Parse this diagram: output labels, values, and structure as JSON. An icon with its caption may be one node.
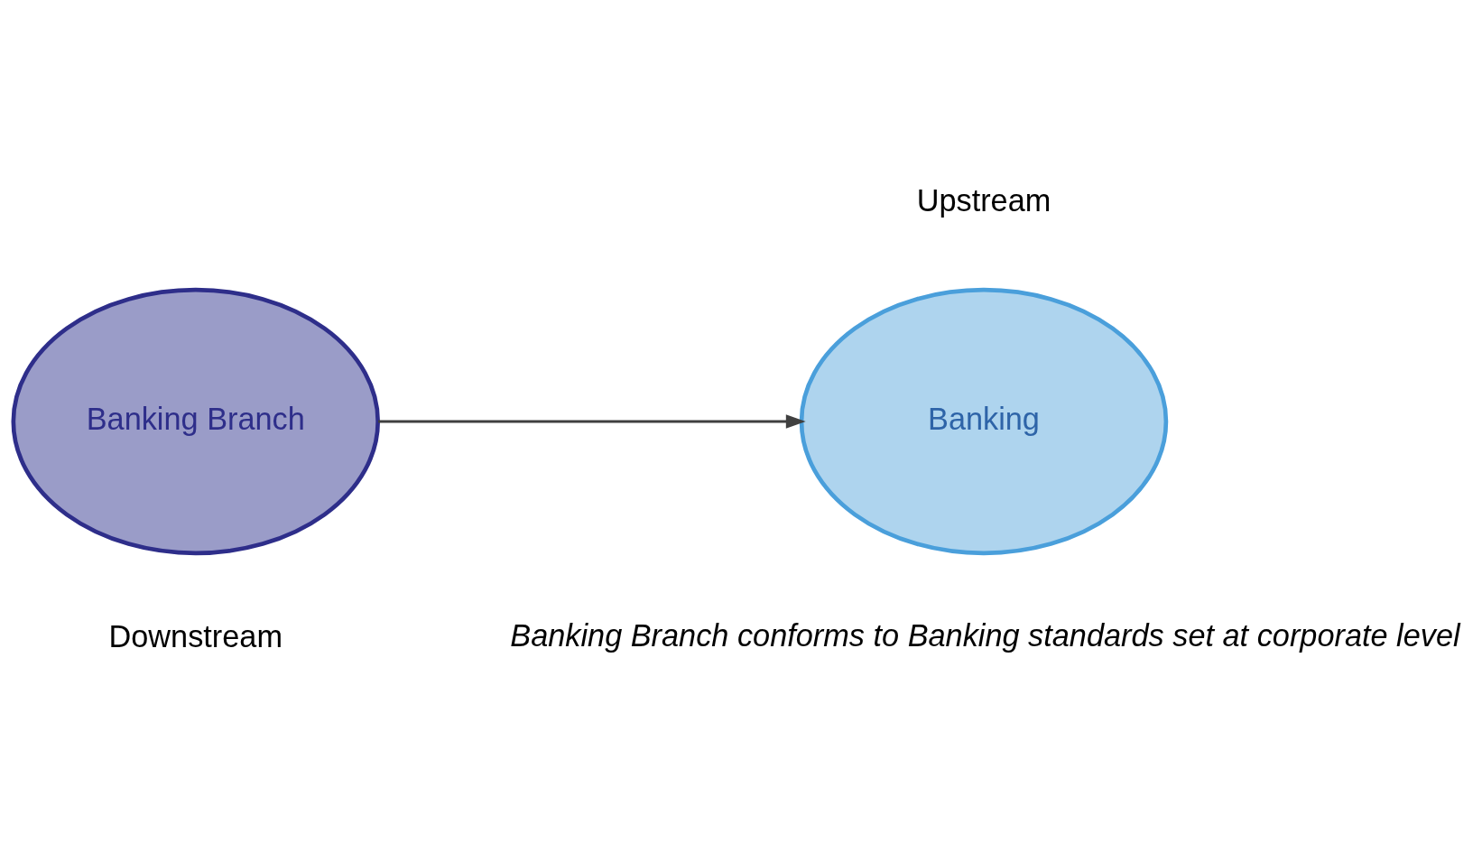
{
  "diagram": {
    "nodes": [
      {
        "text": [
          "Banking Branch"
        ],
        "beside": [
          "Downstream"
        ]
      },
      {
        "text": [
          "Banking"
        ],
        "beside": [
          "Upstream"
        ]
      }
    ],
    "edges": [
      {
        "from": 0,
        "to": 1,
        "arrow": "to"
      }
    ],
    "labels": [
      "Banking Branch conforms to Banking standards set at corporate level"
    ]
  }
}
